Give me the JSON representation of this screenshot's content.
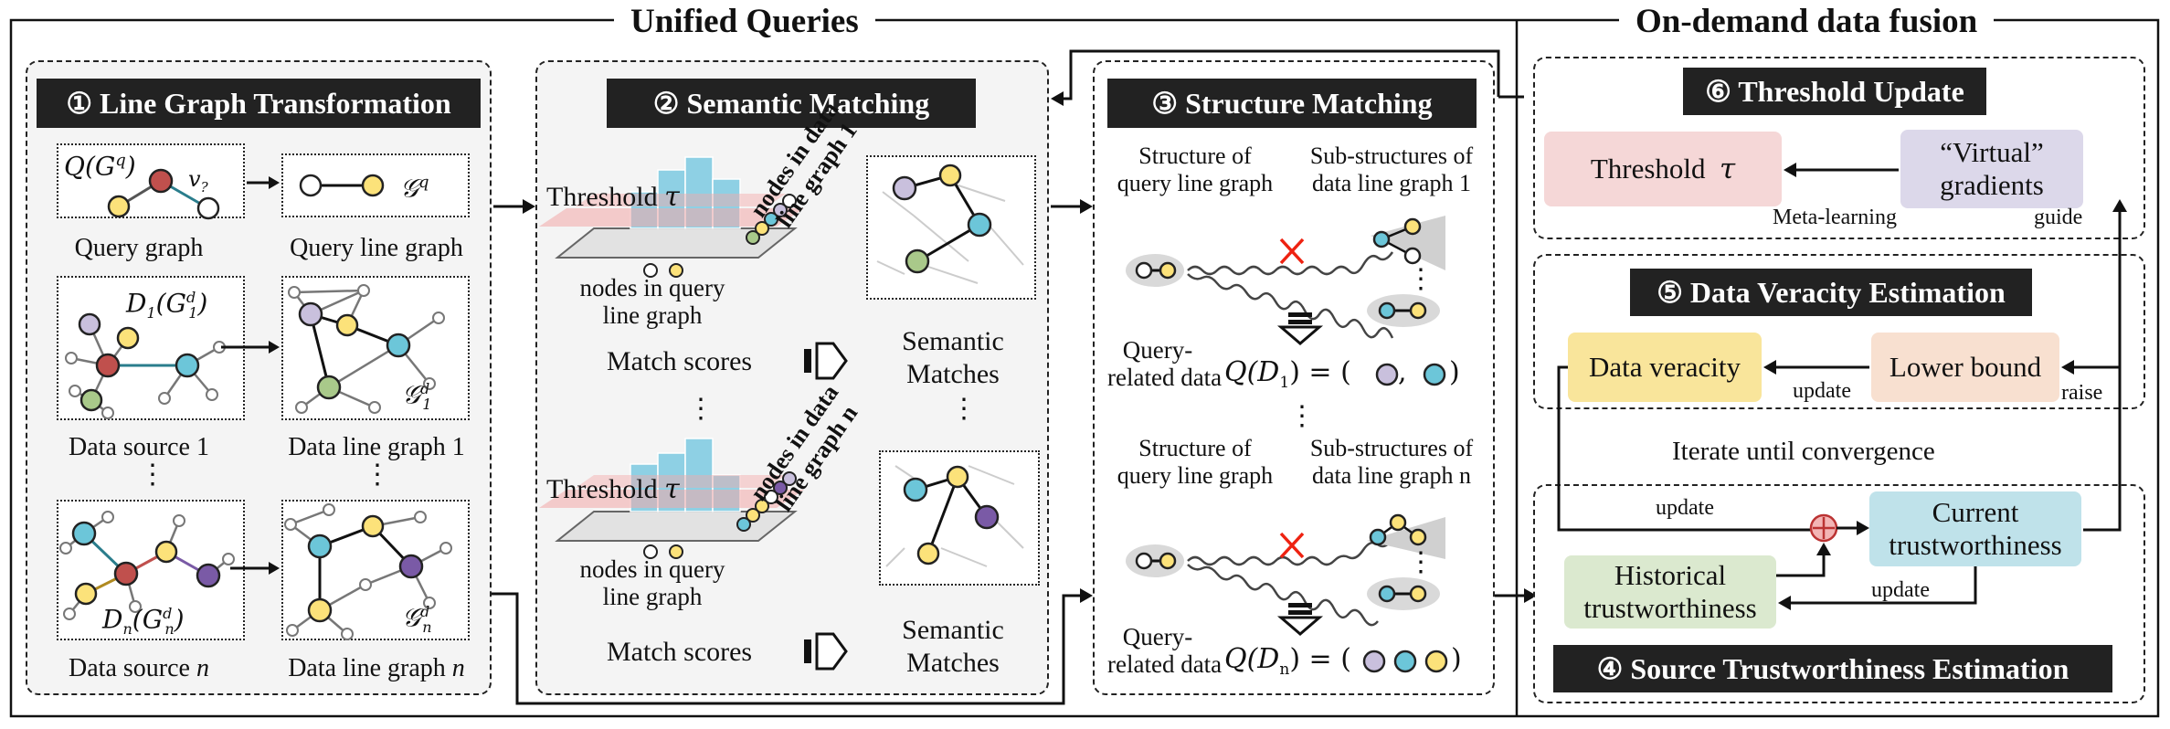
{
  "sections": {
    "unified": "Unified Queries",
    "fusion": "On-demand data fusion"
  },
  "panel1": {
    "title": "① Line Graph Transformation",
    "query_graph_math": "Q(G",
    "query_graph_sup": "q",
    "query_graph_close": ")",
    "node_vq": "v",
    "node_vq_sub": "?",
    "query_line_math": "𝒢",
    "query_line_sup": "q",
    "query_graph_label": "Query graph",
    "query_line_label": "Query line graph",
    "d1_math": "D",
    "d1_sub": "1",
    "d1_paren": "(G",
    "d1_sup": "d",
    "d1_sub2": "1",
    "d1_close": ")",
    "g1_math": "𝒢",
    "g1_sup": "d",
    "g1_sub": "1",
    "source1_label": "Data source 1",
    "line1_label": "Data line graph 1",
    "vdots": "⋮",
    "dn_math": "D",
    "dn_sub": "n",
    "dn_paren": "(G",
    "dn_sup": "d",
    "dn_sub2": "n",
    "dn_close": ")",
    "gn_math": "𝒢",
    "gn_sup": "d",
    "gn_sub": "n",
    "sourcen_label": "Data source ",
    "sourcen_italic": "n",
    "linen_label": "Data line graph ",
    "linen_italic": "n"
  },
  "panel2": {
    "title": "② Semantic Matching",
    "threshold_label": "Threshold",
    "tau": "τ",
    "nodes_query": "nodes in query",
    "line_graph": "line graph",
    "nodes_data_1_a": "nodes in data",
    "nodes_data_1_b": "line graph 1",
    "nodes_data_n_a": "nodes in data",
    "nodes_data_n_b": "line graph n",
    "match_scores": "Match scores",
    "semantic_matches_a": "Semantic",
    "semantic_matches_b": "Matches",
    "vdots": "⋮"
  },
  "panel3": {
    "title": "③ Structure Matching",
    "structure_of_a": "Structure of",
    "structure_of_b": "query line graph",
    "sub_struct_1_a": "Sub-structures of",
    "sub_struct_1_b": "data line graph 1",
    "sub_struct_n_a": "Sub-structures of",
    "sub_struct_n_b": "data line graph n",
    "query_related_a": "Query-",
    "query_related_b": "related data",
    "qd1": "Q(D",
    "qd1_sub": "1",
    "qd1_tail": ") = (",
    "qdn": "Q(D",
    "qdn_sub": "n",
    "qdn_tail": ") = (",
    "close_paren": ")",
    "vdots": "⋮"
  },
  "panel6": {
    "title": "⑥ Threshold Update",
    "threshold_box": "Threshold",
    "tau": "τ",
    "virtual_a": "“Virtual”",
    "virtual_b": "gradients",
    "meta_learning": "Meta-learning",
    "guide": "guide"
  },
  "panel5": {
    "title": "⑤ Data Veracity Estimation",
    "data_veracity": "Data veracity",
    "lower_bound": "Lower bound",
    "update": "update",
    "raise": "raise"
  },
  "iterate": "Iterate until convergence",
  "panel4": {
    "title": "④ Source Trustworthiness Estimation",
    "historical_a": "Historical",
    "historical_b": "trustworthiness",
    "current_a": "Current",
    "current_b": "trustworthiness",
    "update_top": "update",
    "update_right": "update"
  },
  "colors": {
    "pink": "#f5d7d7",
    "lavender": "#dcd8ea",
    "yellow": "#f9e59b",
    "peach": "#f8e0d0",
    "green": "#dbe9cf",
    "blue": "#bfe2ea",
    "node_red": "#c0504d",
    "node_yellow": "#fce27a",
    "node_purple": "#7a5aa6",
    "node_lilac": "#c9c0dd",
    "node_green": "#a9c98a",
    "node_teal": "#6cc6d9",
    "cube": "#8ed0e4"
  }
}
